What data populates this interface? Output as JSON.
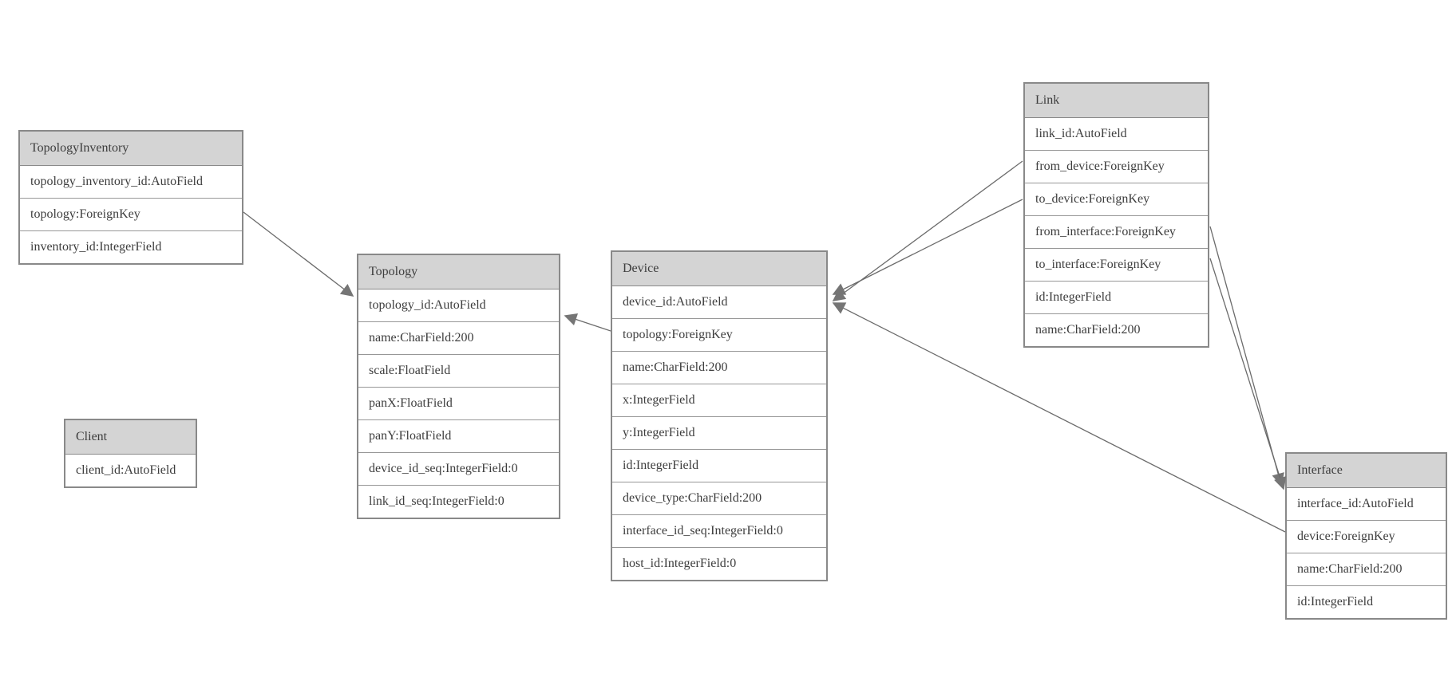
{
  "diagram_type": "entity-relationship-model-diagram",
  "colors": {
    "entity_header_bg": "#d4d4d4",
    "entity_border": "#898989",
    "row_separator": "#979797",
    "edge_line": "#6b6b6b",
    "arrowhead_fill": "#757575",
    "text": "#3d3d3d",
    "background": "#ffffff"
  },
  "entities": [
    {
      "title": "TopologyInventory",
      "fields": [
        "topology_inventory_id:AutoField",
        "topology:ForeignKey",
        "inventory_id:IntegerField"
      ]
    },
    {
      "title": "Topology",
      "fields": [
        "topology_id:AutoField",
        "name:CharField:200",
        "scale:FloatField",
        "panX:FloatField",
        "panY:FloatField",
        "device_id_seq:IntegerField:0",
        "link_id_seq:IntegerField:0"
      ]
    },
    {
      "title": "Client",
      "fields": [
        "client_id:AutoField"
      ]
    },
    {
      "title": "Device",
      "fields": [
        "device_id:AutoField",
        "topology:ForeignKey",
        "name:CharField:200",
        "x:IntegerField",
        "y:IntegerField",
        "id:IntegerField",
        "device_type:CharField:200",
        "interface_id_seq:IntegerField:0",
        "host_id:IntegerField:0"
      ]
    },
    {
      "title": "Link",
      "fields": [
        "link_id:AutoField",
        "from_device:ForeignKey",
        "to_device:ForeignKey",
        "from_interface:ForeignKey",
        "to_interface:ForeignKey",
        "id:IntegerField",
        "name:CharField:200"
      ]
    },
    {
      "title": "Interface",
      "fields": [
        "interface_id:AutoField",
        "device:ForeignKey",
        "name:CharField:200",
        "id:IntegerField"
      ]
    }
  ],
  "relationships": [
    {
      "from": "TopologyInventory.topology",
      "to": "Topology"
    },
    {
      "from": "Device.topology",
      "to": "Topology"
    },
    {
      "from": "Link.from_device",
      "to": "Device"
    },
    {
      "from": "Link.to_device",
      "to": "Device"
    },
    {
      "from": "Interface.device",
      "to": "Device"
    },
    {
      "from": "Link.from_interface",
      "to": "Interface"
    },
    {
      "from": "Link.to_interface",
      "to": "Interface"
    }
  ]
}
